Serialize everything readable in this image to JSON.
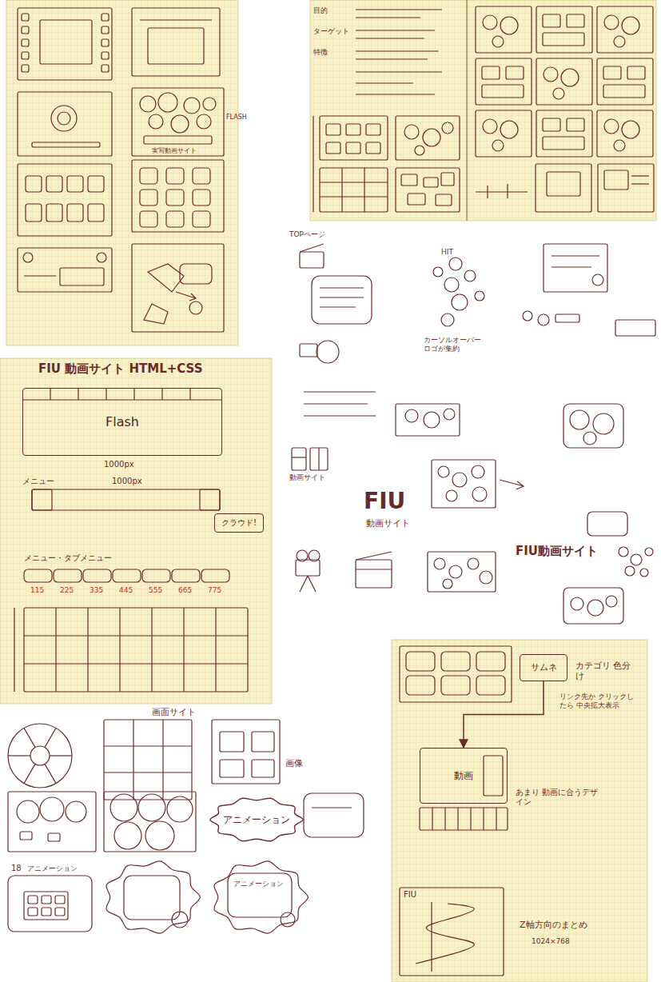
{
  "diagram": {
    "nodes": [
      {
        "text": [
          "Flash"
        ]
      },
      {
        "text": [
          "クラウド!"
        ]
      },
      {
        "text": [
          "サムネ"
        ]
      },
      {
        "text": [
          "動画"
        ]
      },
      {
        "text": [
          "アニメーション"
        ]
      }
    ],
    "edges": [
      {
        "from": 2,
        "to": 3,
        "arrow": "to"
      }
    ],
    "labels": [
      "FIU 動画サイト HTML+CSS",
      "1000px",
      "メニュー",
      "1000px",
      "メニュー・タブメニュー",
      "115",
      "225",
      "335",
      "445",
      "555",
      "665",
      "775",
      "TOPページ",
      "HIT",
      "カーソルオーバー ロゴが集約",
      "FIU",
      "動画サイト",
      "FIU動画サイト",
      "動画サイト",
      "FLASH",
      "実写動画サイト",
      "目的",
      "ターゲット",
      "特徴",
      "画面サイト",
      "画像",
      "18",
      "アニメーション",
      "アニメーション",
      "カテゴリ 色分け",
      "リンク先か クリックしたら 中央拡大表示",
      "あまり 動画に合うデザイン",
      "Z軸方向のまとめ",
      "1024×768",
      "FIU"
    ]
  }
}
